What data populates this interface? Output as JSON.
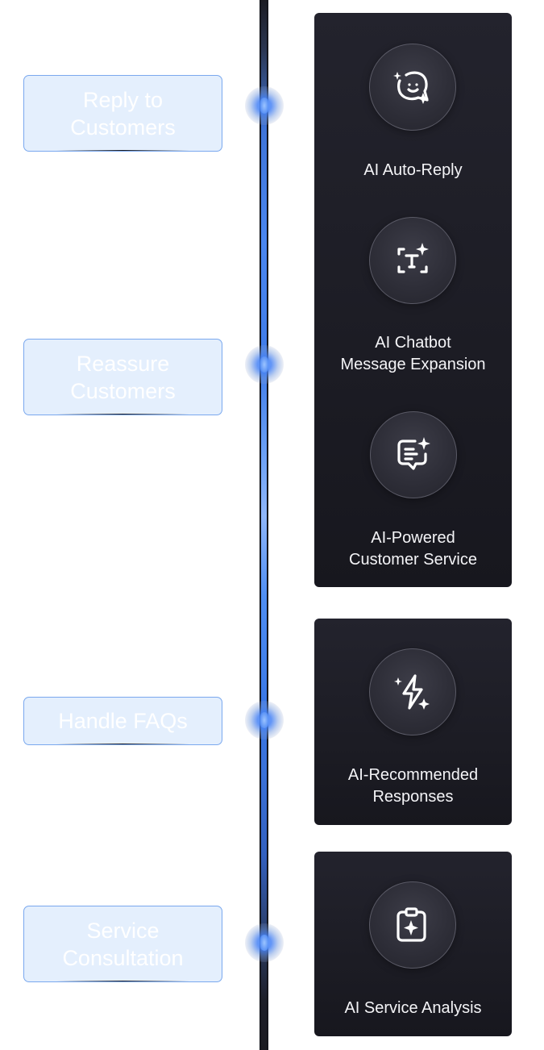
{
  "scenarios": [
    {
      "id": "reply",
      "label": "Reply to\nCustomers"
    },
    {
      "id": "reassure",
      "label": "Reassure\nCustomers"
    },
    {
      "id": "faqs",
      "label": "Handle FAQs"
    },
    {
      "id": "consultation",
      "label": "Service\nConsultation"
    }
  ],
  "features": [
    {
      "id": "auto-reply",
      "label": "AI Auto-Reply",
      "icon": "chat-face-sparkle-icon"
    },
    {
      "id": "message-expansion",
      "label": "AI Chatbot\nMessage Expansion",
      "icon": "text-scan-sparkle-icon"
    },
    {
      "id": "customer-service",
      "label": "AI-Powered\nCustomer Service",
      "icon": "message-lines-sparkle-icon"
    },
    {
      "id": "recommended-responses",
      "label": "AI-Recommended\nResponses",
      "icon": "lightning-sparkle-icon"
    },
    {
      "id": "service-analysis",
      "label": "AI Service Analysis",
      "icon": "clipboard-sparkle-icon"
    }
  ],
  "colors": {
    "accent": "#4a86f0",
    "card_bg": "#1c1c24",
    "tag_bg": "#e4effd",
    "tag_border": "#7aa8ee"
  }
}
